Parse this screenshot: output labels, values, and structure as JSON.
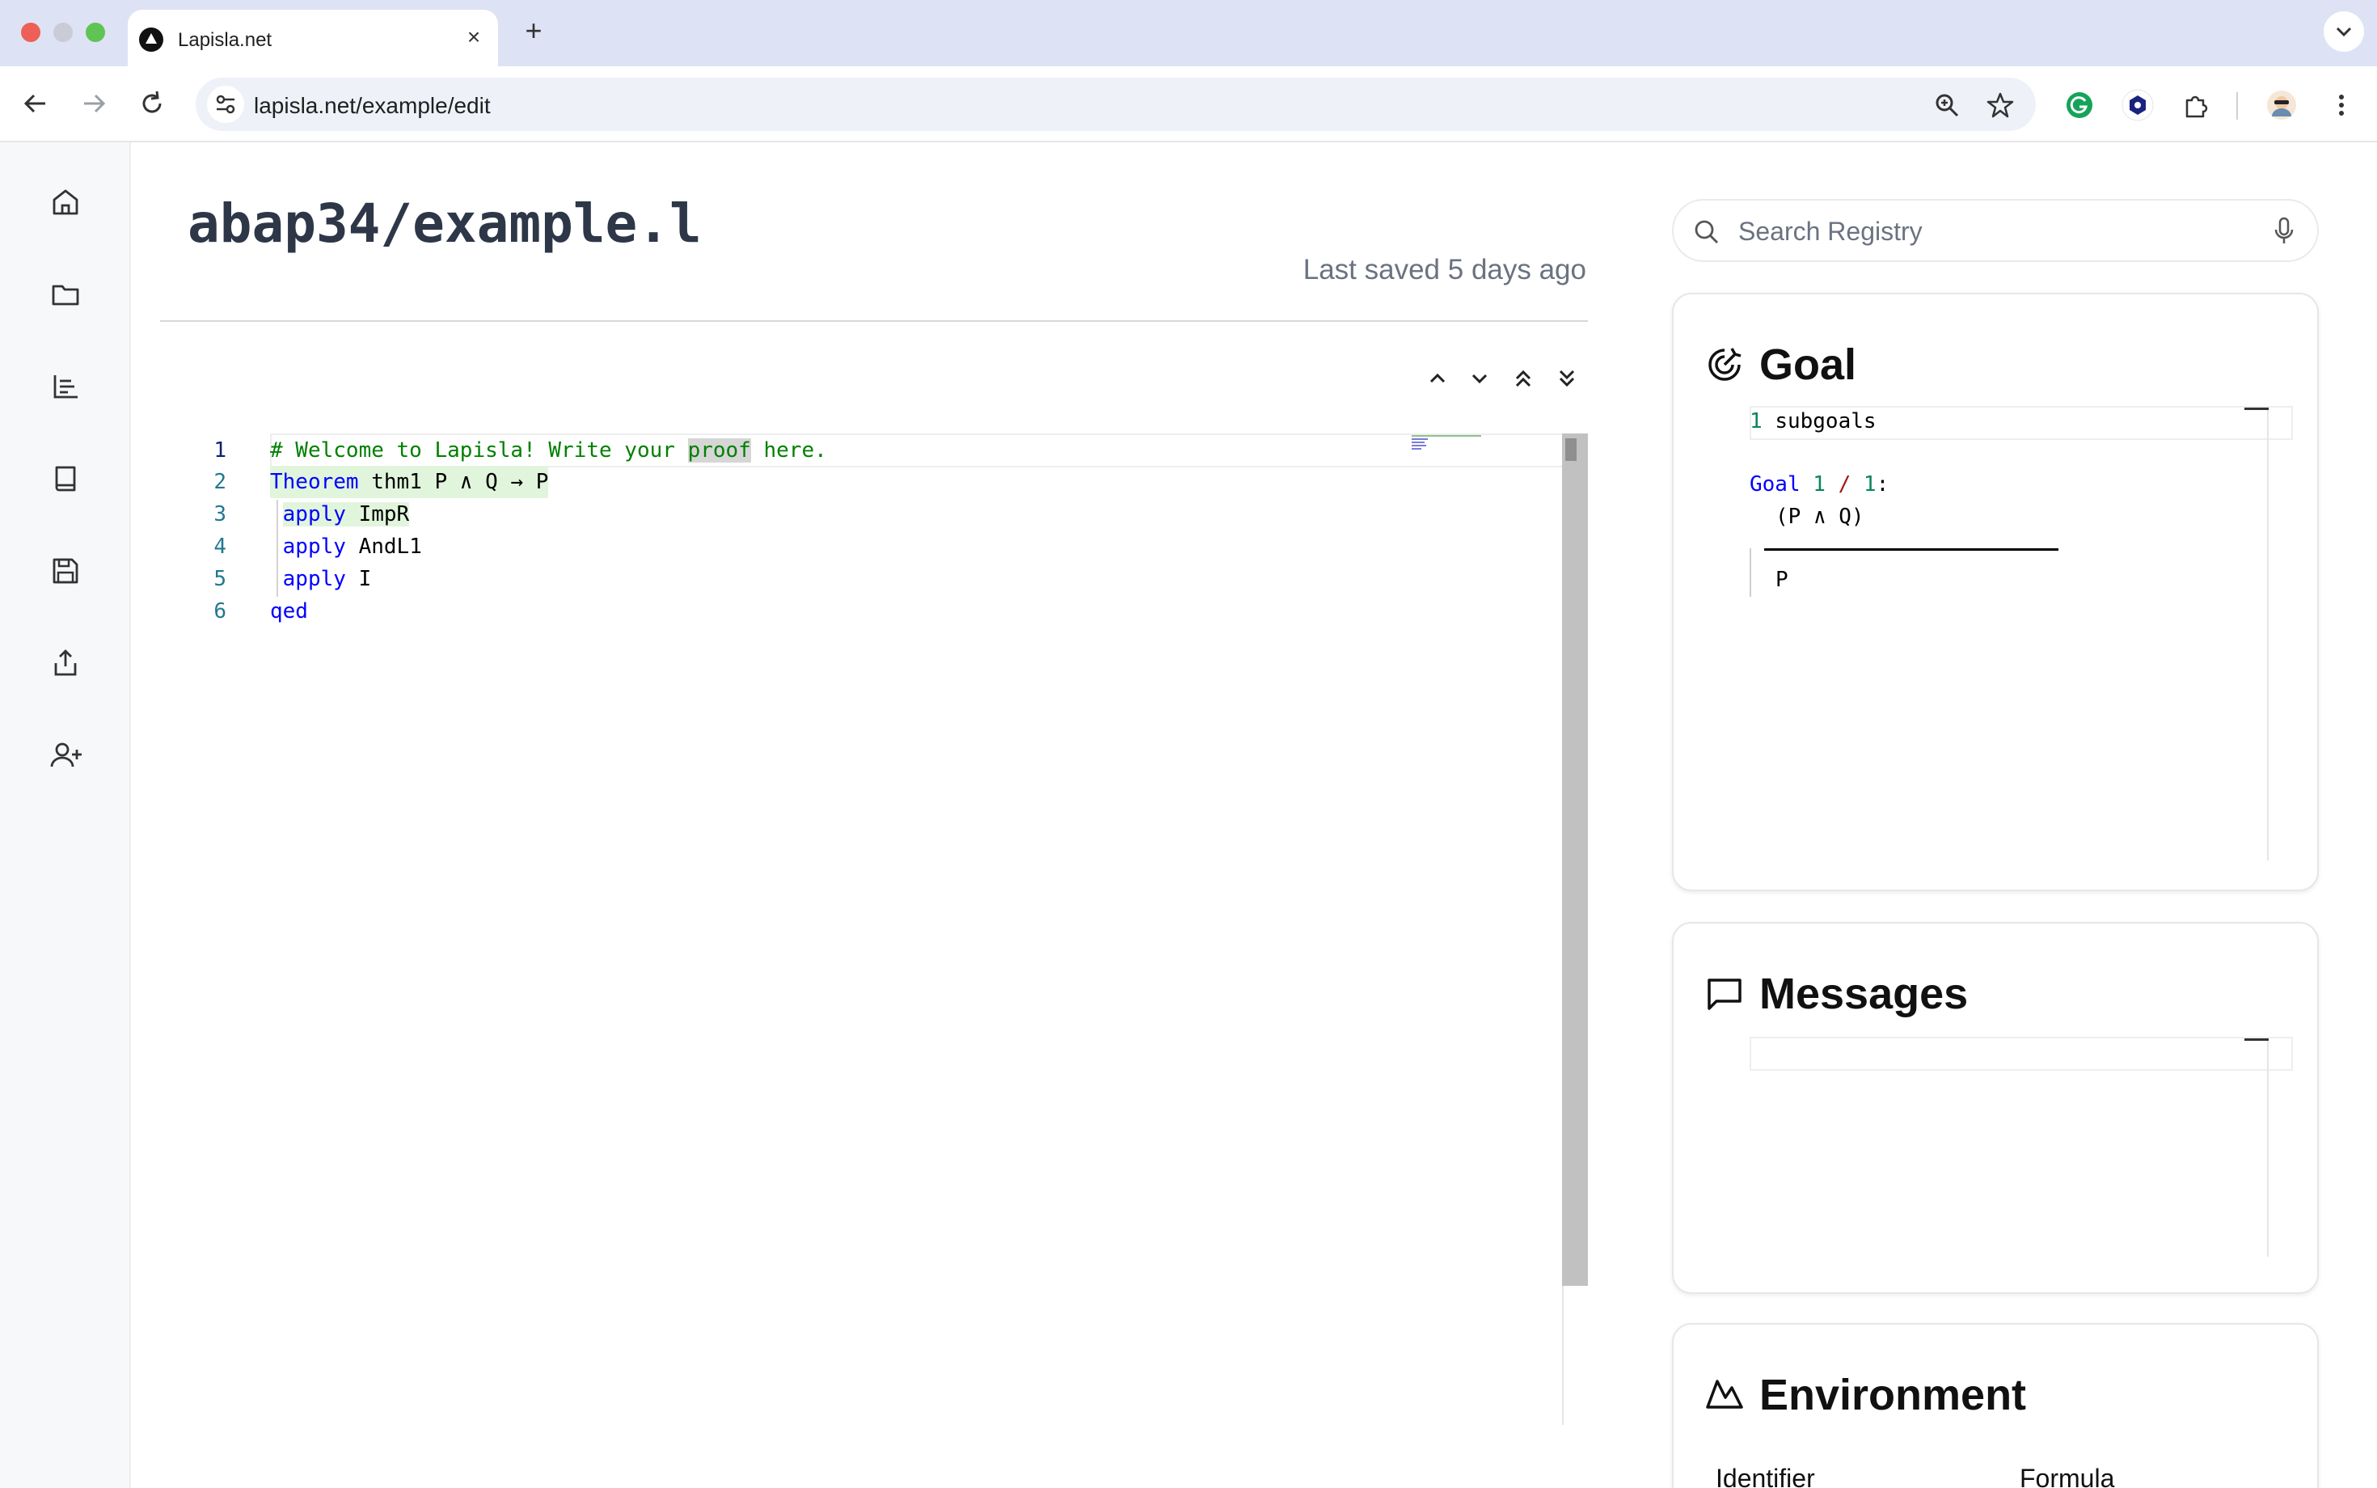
{
  "browser": {
    "tab_title": "Lapisla.net",
    "url": "lapisla.net/example/edit"
  },
  "page": {
    "file_title": "abap34/example.l",
    "last_saved": "Last saved 5 days ago"
  },
  "rail": {
    "items": [
      "home-icon",
      "folder-icon",
      "chart-list-icon",
      "book-icon",
      "save-icon",
      "share-icon",
      "add-user-icon"
    ]
  },
  "editor": {
    "line_numbers": [
      "1",
      "2",
      "3",
      "4",
      "5",
      "6"
    ],
    "lines": {
      "l1_comment_a": "# Welcome to Lapisla! Write your ",
      "l1_comment_word": "proof",
      "l1_comment_b": " here.",
      "l2_kw": "Theorem",
      "l2_rest": " thm1 P ∧ Q → P",
      "l3_kw": "apply",
      "l3_rest": " ImpR",
      "l4_kw": "apply",
      "l4_rest": " AndL1",
      "l5_kw": "apply",
      "l5_rest": " I",
      "l6_kw": "qed"
    }
  },
  "search": {
    "placeholder": "Search Registry"
  },
  "goal": {
    "title": "Goal",
    "subgoal_count": "1",
    "subgoal_label": "subgoals",
    "goal_kw": "Goal",
    "goal_index": "1",
    "goal_sep": "/",
    "goal_total": "1",
    "goal_colon": ":",
    "hypothesis": "(P ∧ Q)",
    "conclusion": "P"
  },
  "messages": {
    "title": "Messages"
  },
  "environment": {
    "title": "Environment",
    "col_identifier": "Identifier",
    "col_formula": "Formula"
  }
}
